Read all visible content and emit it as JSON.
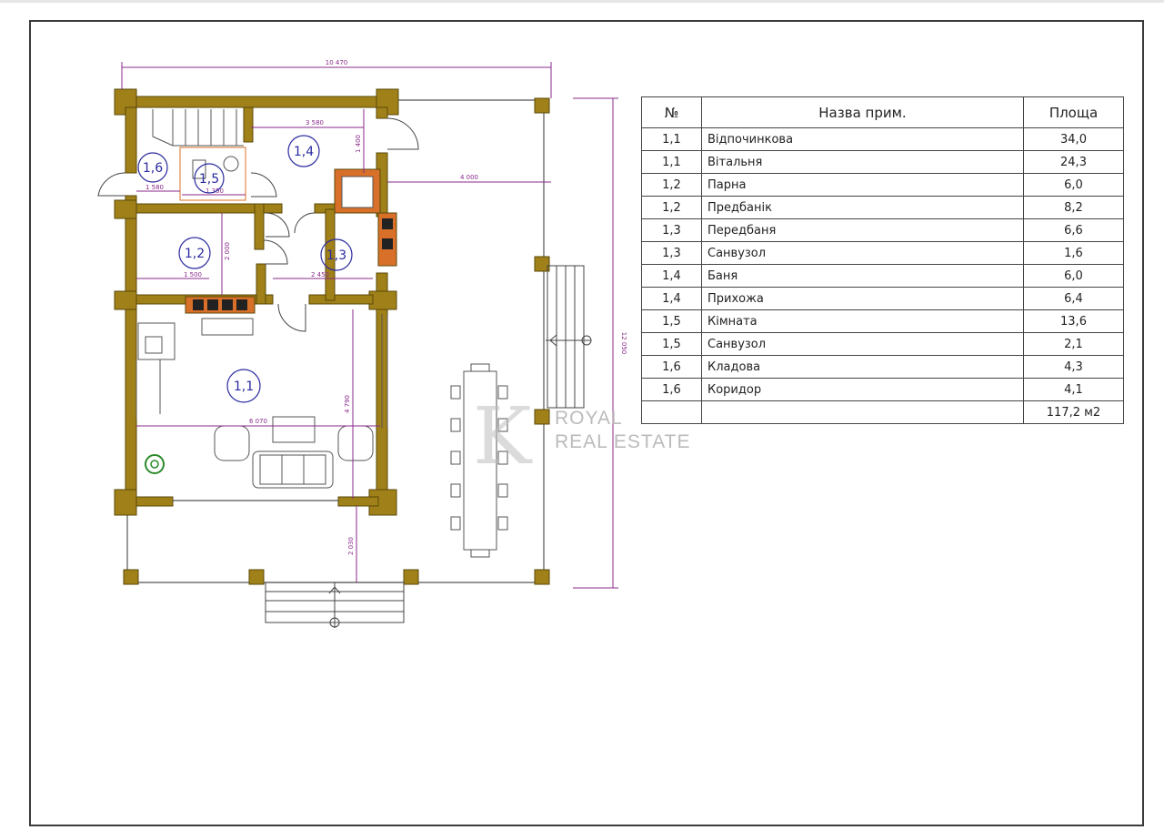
{
  "plan": {
    "overall_width_dim": "10 470",
    "overall_height_dim": "12 050",
    "dims": {
      "d1": "3 580",
      "d2": "1 400",
      "d3": "4 000",
      "d4": "1 580",
      "d5": "1 350",
      "d6": "2 000",
      "d7": "1 500",
      "d8": "2 450",
      "d9": "6 070",
      "d10": "4 790",
      "d11": "2 030"
    },
    "rooms": {
      "r11": "1,1",
      "r12": "1,2",
      "r13": "1,3",
      "r14": "1,4",
      "r15": "1,5",
      "r16": "1,6"
    }
  },
  "table": {
    "headers": {
      "no": "№",
      "name": "Назва прим.",
      "area": "Площа"
    },
    "rows": [
      {
        "no": "1,1",
        "name": "Відпочинкова",
        "area": "34,0"
      },
      {
        "no": "1,1",
        "name": "Вітальня",
        "area": "24,3"
      },
      {
        "no": "1,2",
        "name": "Парна",
        "area": "6,0"
      },
      {
        "no": "1,2",
        "name": "Предбанік",
        "area": "8,2"
      },
      {
        "no": "1,3",
        "name": "Передбаня",
        "area": "6,6"
      },
      {
        "no": "1,3",
        "name": "Санвузол",
        "area": "1,6"
      },
      {
        "no": "1,4",
        "name": "Баня",
        "area": "6,0"
      },
      {
        "no": "1,4",
        "name": "Прихожа",
        "area": "6,4"
      },
      {
        "no": "1,5",
        "name": "Кімната",
        "area": "13,6"
      },
      {
        "no": "1,5",
        "name": "Санвузол",
        "area": "2,1"
      },
      {
        "no": "1,6",
        "name": "Кладова",
        "area": "4,3"
      },
      {
        "no": "1,6",
        "name": "Коридор",
        "area": "4,1"
      }
    ],
    "total": "117,2 м2"
  },
  "watermark": {
    "line1": "ROYAL",
    "line2": "REAL ESTATE"
  },
  "colors": {
    "wall": "#a08018",
    "wall_stroke": "#5a4a08",
    "dimension": "#8a2a8a",
    "room_label": "#2a2aa0",
    "stove": "#d8702a"
  }
}
